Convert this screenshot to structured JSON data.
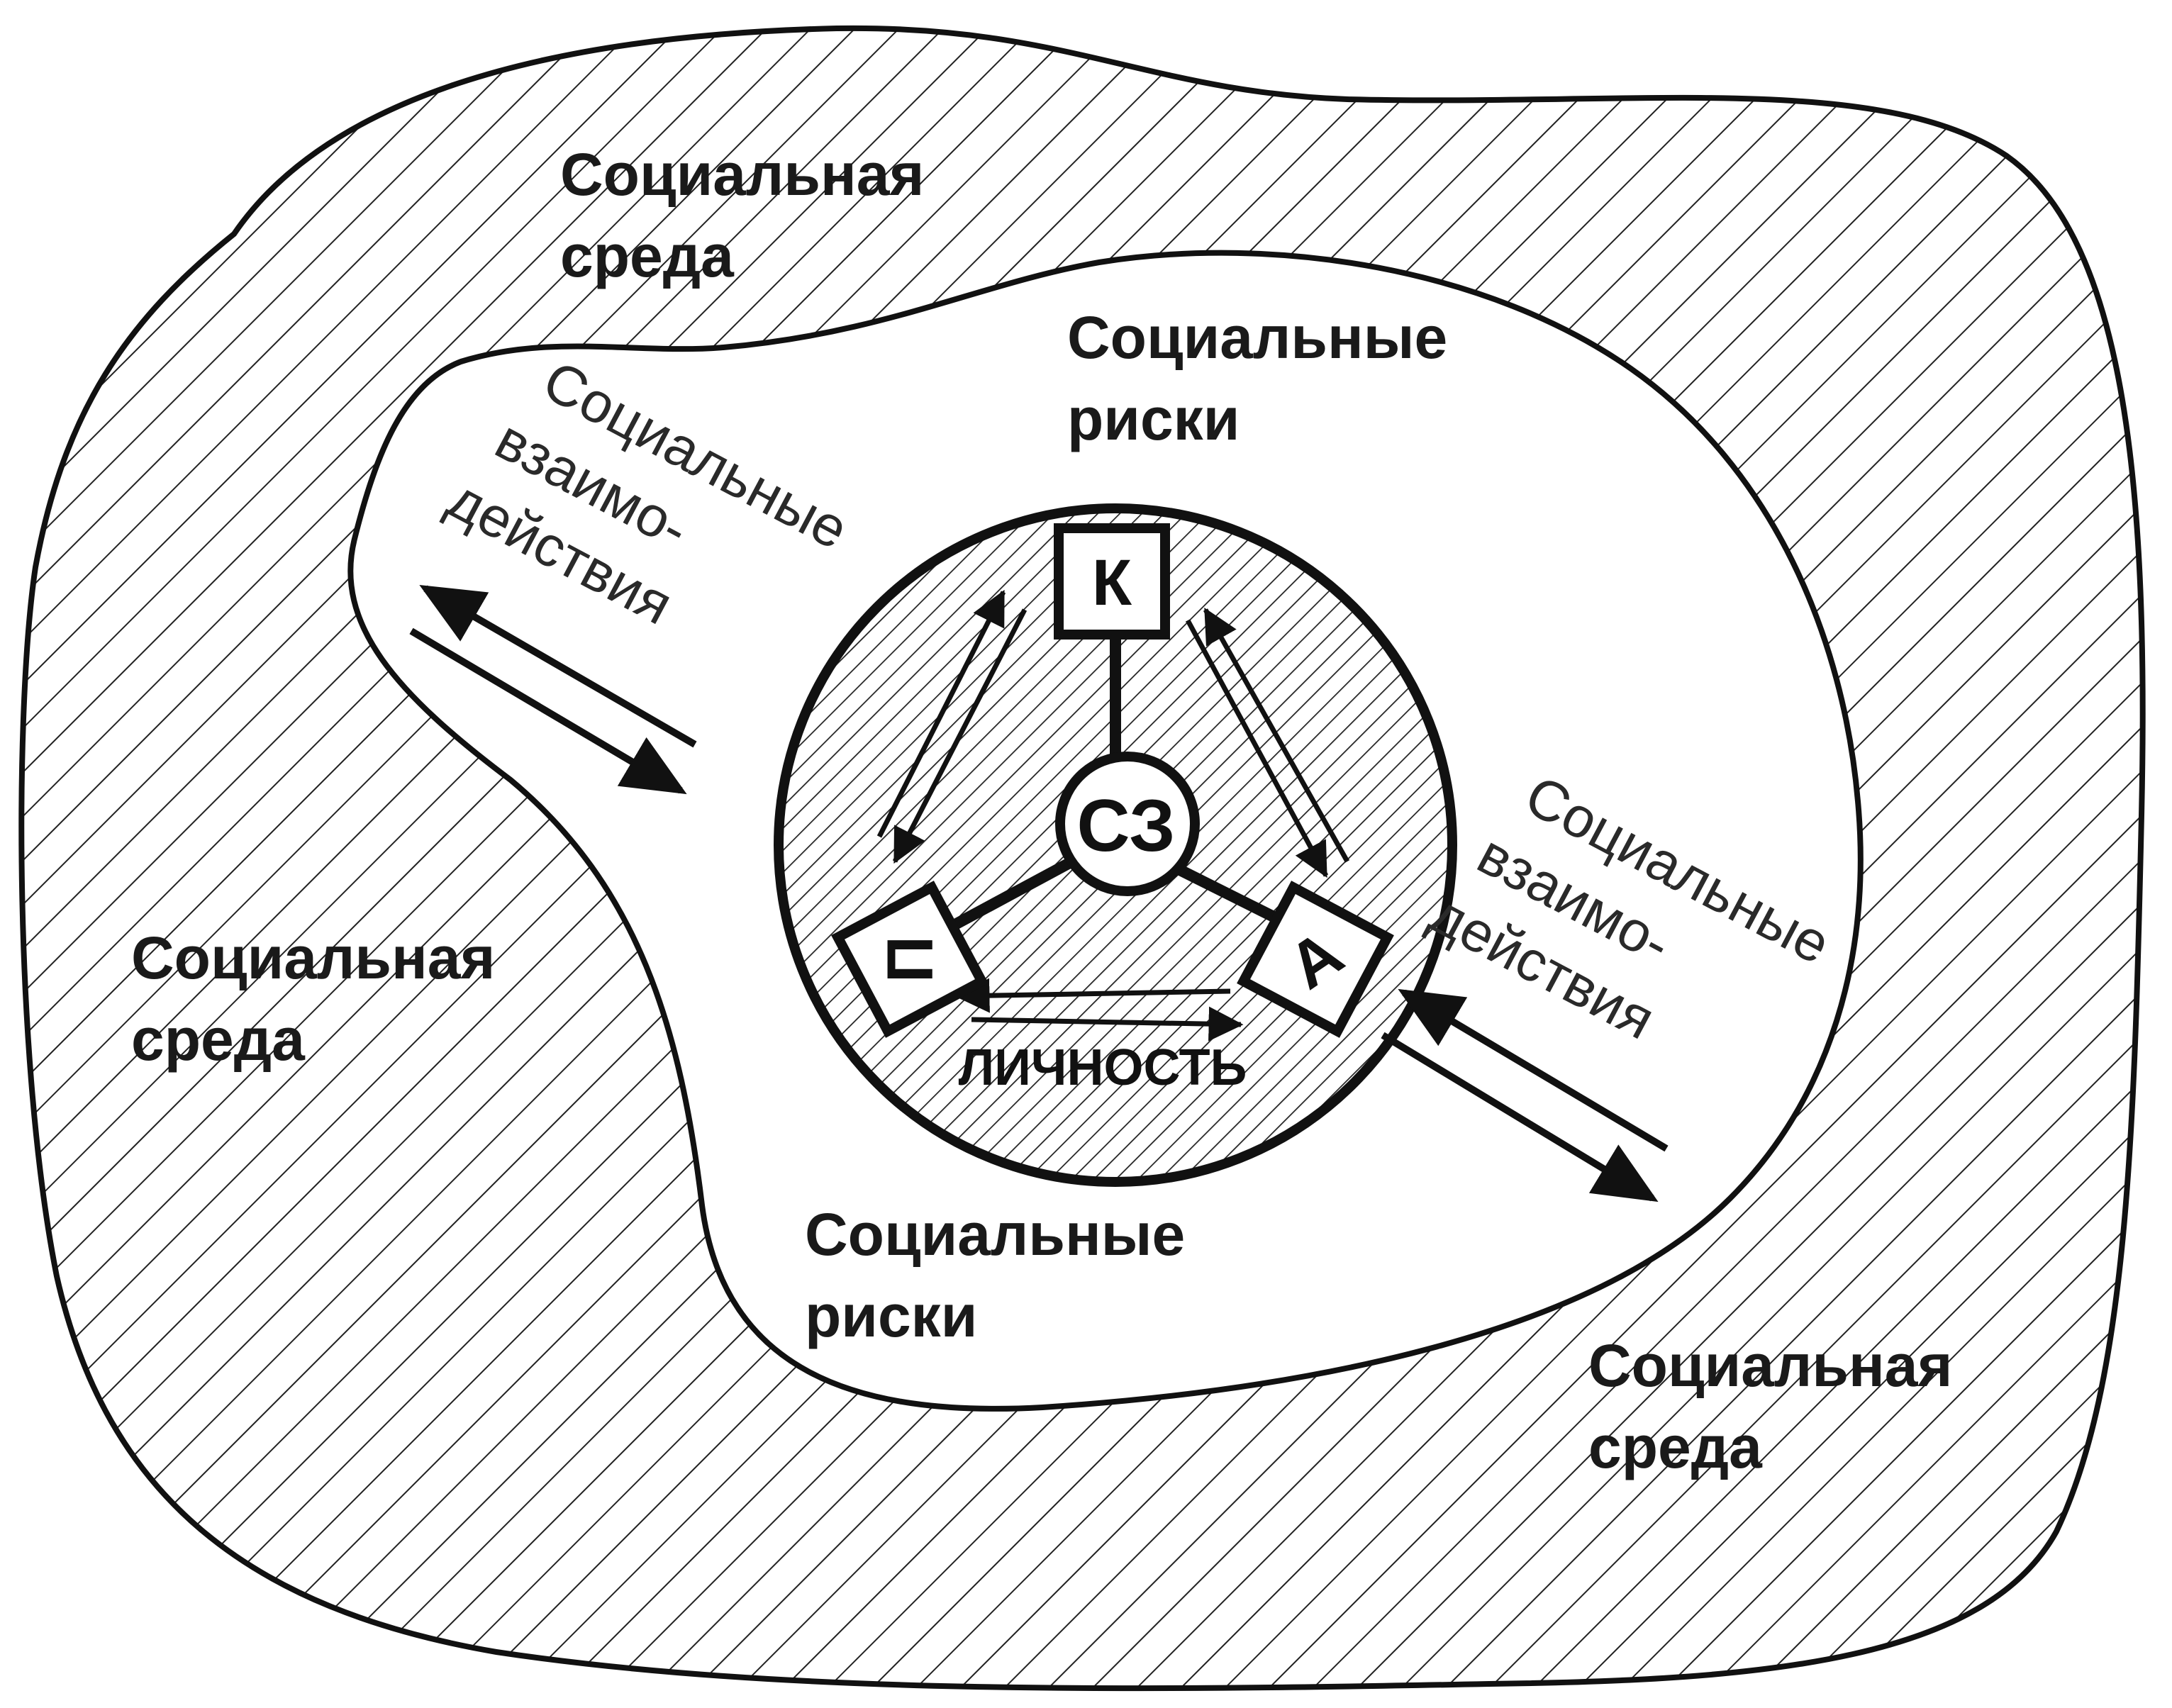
{
  "labels": {
    "env_top": [
      "Социальная",
      "среда"
    ],
    "env_left": [
      "Социальная",
      "среда"
    ],
    "env_bottom": [
      "Социальная",
      "среда"
    ],
    "risks_top": [
      "Социальные",
      "риски"
    ],
    "risks_bottom": [
      "Социальные",
      "риски"
    ],
    "interactions_left": [
      "Социальные",
      "взаимо-",
      "действия"
    ],
    "interactions_right": [
      "Социальные",
      "взаимо-",
      "действия"
    ],
    "person": "ЛИЧНОСТЬ"
  },
  "nodes": {
    "top": "К",
    "left": "П",
    "right": "А",
    "center": "СЗ"
  }
}
